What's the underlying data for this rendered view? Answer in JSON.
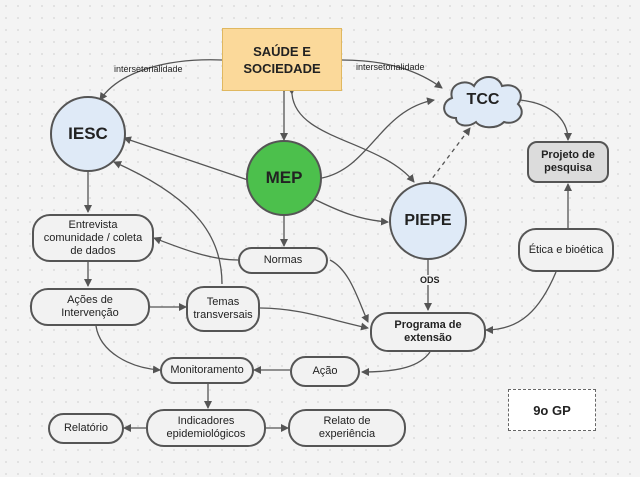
{
  "nodes": {
    "saude": "SAÚDE E SOCIEDADE",
    "iesc": "IESC",
    "tcc": "TCC",
    "mep": "MEP",
    "piepe": "PIEPE",
    "projeto": "Projeto de pesquisa",
    "entrevista": "Entrevista comunidade / coleta de dados",
    "normas": "Normas",
    "etica": "Ética e bioética",
    "acoes": "Ações de Intervenção",
    "temas": "Temas transversais",
    "programa": "Programa de extensão",
    "monitoramento": "Monitoramento",
    "acao": "Ação",
    "relatorio": "Relatório",
    "indicadores": "Indicadores epidemiológicos",
    "relato": "Relato de experiência",
    "gp": "9o GP"
  },
  "labels": {
    "inter_left": "intersetorialidade",
    "inter_right": "intersetorialidade",
    "ods": "ODS"
  },
  "colors": {
    "saude_fill": "#fbd99a",
    "mep_fill": "#4cc04c",
    "blue_fill": "#dfeaf7",
    "projeto_fill": "#dcdcdc"
  }
}
